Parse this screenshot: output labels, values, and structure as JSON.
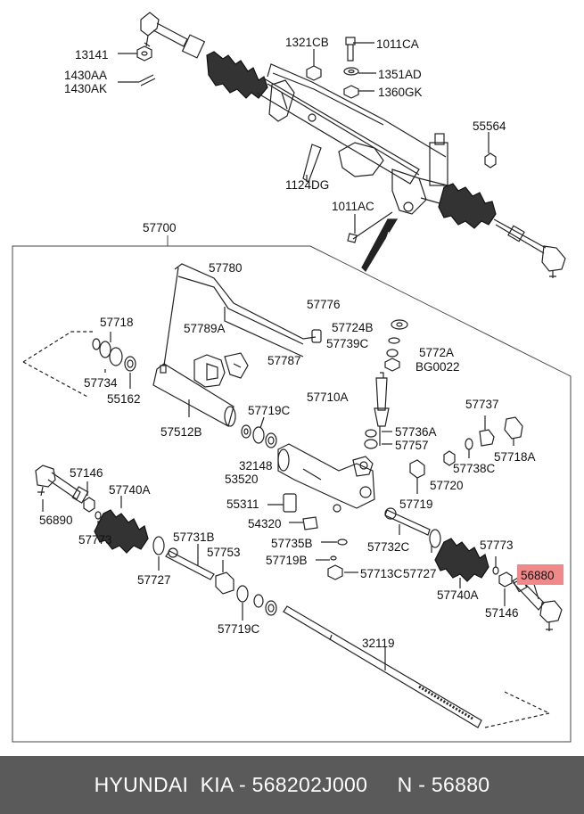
{
  "footer": {
    "text": "HYUNDAI  KIA - 568202J000     N - 56880"
  },
  "highlight_color": "#f08a8a",
  "labels": {
    "l13141": "13141",
    "l1430AA": "1430AA",
    "l1430AK": "1430AK",
    "l1321CB": "1321CB",
    "l1011CA": "1011CA",
    "l1351AD": "1351AD",
    "l1360GK": "1360GK",
    "l55564": "55564",
    "l1124DG": "1124DG",
    "l1011AC": "1011AC",
    "l57700": "57700",
    "l57780": "57780",
    "l57776": "57776",
    "l57718": "57718",
    "l57789A": "57789A",
    "l57724B": "57724B",
    "l57739C": "57739C",
    "l57787": "57787",
    "l5772A": "5772A",
    "lBG0022": "BG0022",
    "l57734": "57734",
    "l55162": "55162",
    "l57710A": "57710A",
    "l57737": "57737",
    "l57719C_a": "57719C",
    "l57736A": "57736A",
    "l57512B": "57512B",
    "l57757": "57757",
    "l57718A": "57718A",
    "l32148": "32148",
    "l57738C": "57738C",
    "l53520": "53520",
    "l57720": "57720",
    "l57146_a": "57146",
    "l57740A_a": "57740A",
    "l55311": "55311",
    "l57719": "57719",
    "l56890": "56890",
    "l54320": "54320",
    "l57773_a": "57773",
    "l57731B": "57731B",
    "l57735B": "57735B",
    "l57753": "57753",
    "l57719B": "57719B",
    "l57732C": "57732C",
    "l57773_b": "57773",
    "l57727_a": "57727",
    "l57713C": "57713C",
    "l57727_b": "57727",
    "l56880": "56880",
    "l57740A_b": "57740A",
    "l57146_b": "57146",
    "l57719C_b": "57719C",
    "l32119": "32119"
  }
}
